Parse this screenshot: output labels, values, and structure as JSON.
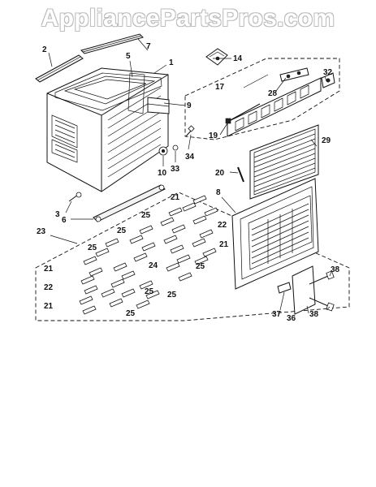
{
  "watermark": "AppliancePartsPros.com",
  "callouts": {
    "c1": "1",
    "c2": "2",
    "c3": "3",
    "c5": "5",
    "c6": "6",
    "c7": "7",
    "c8": "8",
    "c9": "9",
    "c10": "10",
    "c14": "14",
    "c17": "17",
    "c19": "19",
    "c20": "20",
    "c21a": "21",
    "c21b": "21",
    "c21c": "21",
    "c21d": "21",
    "c22a": "22",
    "c22b": "22",
    "c23": "23",
    "c24": "24",
    "c25a": "25",
    "c25b": "25",
    "c25c": "25",
    "c25d": "25",
    "c25e": "25",
    "c25f": "25",
    "c25g": "25",
    "c28": "28",
    "c29": "29",
    "c32": "32",
    "c33": "33",
    "c34": "34",
    "c36": "36",
    "c37": "37",
    "c38a": "38",
    "c38b": "38"
  },
  "parts": {
    "cabinet_wrapper": "1",
    "top_seal": "2",
    "screw": "3",
    "insulation": "5",
    "bracket": "6",
    "side_seal": "7",
    "front_panel": "8",
    "support": "9",
    "nut": "10",
    "clip_cover": "14",
    "control_panel_assy": "17",
    "knob_shaft": "19",
    "filter_pin": "20",
    "spacer": "21",
    "spacer_small": "22",
    "accessory_kit": "23",
    "screw_pack": "24",
    "curtain_clip": "25",
    "switch": "28",
    "air_filter": "29",
    "thermostat": "32",
    "washer": "33",
    "screw_b": "34",
    "mounting_plate": "36",
    "label": "37",
    "bolt": "38"
  }
}
